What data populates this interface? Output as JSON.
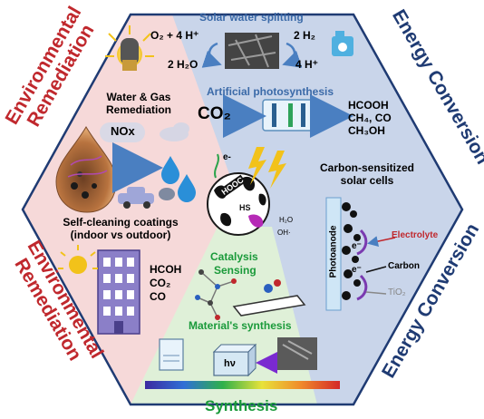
{
  "colors": {
    "remediation_fill": "#f6d9d9",
    "energy_fill": "#c9d5ea",
    "synthesis_fill": "#dff0d8",
    "hex_border": "#1f3b73",
    "remediation_text": "#c0282d",
    "energy_text": "#1f3b73",
    "synthesis_text": "#1a9a3a",
    "heading_blue": "#3b6aa8",
    "arrow_blue": "#4a7fc1"
  },
  "outer": {
    "env_top_l1": "Environmental",
    "env_top_l2": "Remediation",
    "energy_top": "Energy Conversion",
    "env_bottom_l1": "Environmental",
    "env_bottom_l2": "Remediation",
    "energy_bottom": "Energy Conversion",
    "synthesis": "Synthesis"
  },
  "solar": {
    "title": "Solar water splitting",
    "left_top": "O₂ + 4 H⁺",
    "left_bottom": "2 H₂O",
    "right_top": "2 H₂",
    "right_bottom": "4 H⁺"
  },
  "photosynthesis": {
    "title": "Artificial photosynthesis",
    "reactant": "CO₂",
    "products": [
      "HCOOH",
      "CH₄, CO",
      "CH₃OH"
    ]
  },
  "water_gas": {
    "title_l1": "Water  & Gas",
    "title_l2": "Remediation",
    "nox": "NOx"
  },
  "self_cleaning": {
    "title_l1": "Self-cleaning coatings",
    "title_l2": "(indoor vs outdoor)",
    "products": [
      "HCOH",
      "CO₂",
      "CO"
    ]
  },
  "solar_cells": {
    "title_l1": "Carbon-sensitized",
    "title_l2": "solar cells",
    "photoanode": "Photoanode",
    "electrolyte": "Electrolyte",
    "carbon": "Carbon",
    "tio2": "TiO₂",
    "e_top": "e⁻",
    "e_bottom": "e⁻"
  },
  "center": {
    "hooc": "HOOC",
    "hs": "HS",
    "h2o": "H₂O",
    "oh": "OH·",
    "e": "e-"
  },
  "catalysis": {
    "line1": "Catalysis",
    "line2": "Sensing",
    "material": "Material's synthesis",
    "hv": "hν"
  }
}
